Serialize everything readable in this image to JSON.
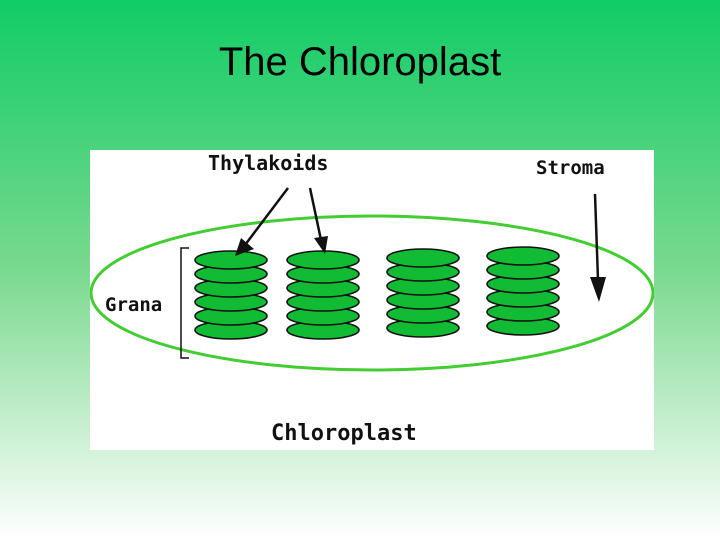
{
  "slide": {
    "title": "The Chloroplast"
  },
  "diagram": {
    "labels": {
      "thylakoids": "Thylakoids",
      "stroma": "Stroma",
      "grana": "Grana",
      "chloroplast": "Chloroplast"
    },
    "stacks": [
      {
        "discs": 6
      },
      {
        "discs": 6
      },
      {
        "discs": 6
      },
      {
        "discs": 6
      }
    ],
    "colors": {
      "background_top": "#11cc66",
      "background_bottom": "#ffffff",
      "membrane": "#44cc33",
      "thylakoid_fill": "#11bb33",
      "outline": "#111111"
    }
  }
}
